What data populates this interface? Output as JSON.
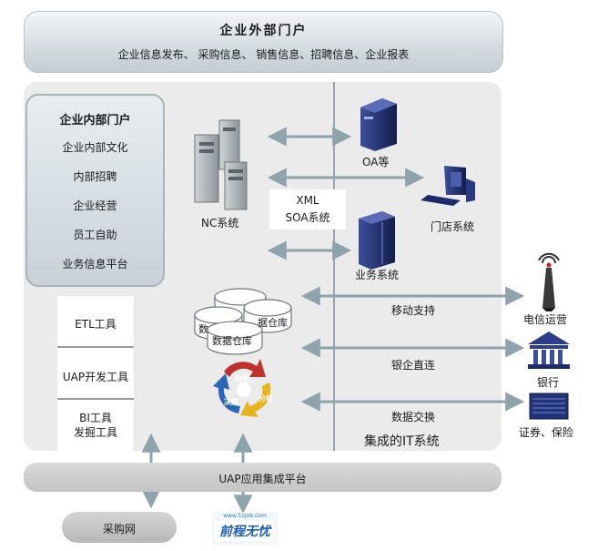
{
  "external_portal": {
    "title": "企业外部门户",
    "subtitle": "企业信息发布、 采购信息、 销售信息、招聘信息、企业报表"
  },
  "internal_portal": {
    "title": "企业内部门户",
    "items": [
      "企业内部文化",
      "内部招聘",
      "企业经营",
      "员工自助",
      "业务信息平台"
    ]
  },
  "tools": [
    "ETL工具",
    "UAP开发工具",
    "BI工具",
    "发掘工具"
  ],
  "systems": {
    "nc": "NC系统",
    "oa": "OA等",
    "store": "门店系统",
    "business": "业务系统",
    "soa_line1": "XML",
    "soa_line2": "SOA系统"
  },
  "warehouse": {
    "label_a": "数",
    "label_b": "据仓库",
    "label_c": "数据仓库"
  },
  "external_links": {
    "mobile": "移动支持",
    "bank_link": "银企直连",
    "data_exchange": "数据交换"
  },
  "external_parties": {
    "telecom": "电信运营",
    "bank": "银行",
    "securities": "证券、保险"
  },
  "integrated_system": "集成的IT系统",
  "platform": "UAP应用集成平台",
  "purchase_net": "采购网",
  "logo": {
    "text": "前程无忧",
    "domain": "www.51job.com"
  },
  "cycle_labels": [
    "数据",
    "分析",
    "决策"
  ],
  "colors": {
    "arrow": "#8fa3ad",
    "server_dark": "#1d2b6b",
    "server_grey": "#9ea6ab",
    "cycle_red": "#c0312b",
    "cycle_yellow": "#e7b21a",
    "cycle_blue": "#2a66b8"
  }
}
